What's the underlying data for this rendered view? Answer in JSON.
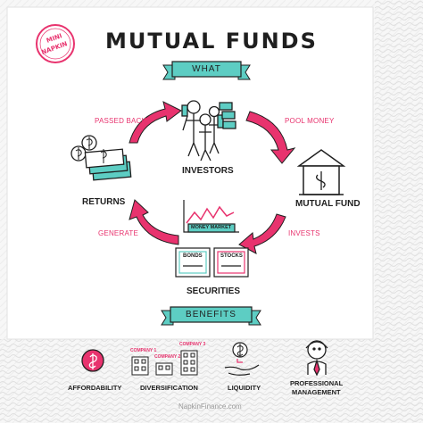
{
  "badge": {
    "line1": "MINI",
    "line2": "NAPKIN"
  },
  "title": "MUTUAL FUNDS",
  "what_banner": "WHAT",
  "cycle": {
    "investors": "INVESTORS",
    "mutual_fund": "MUTUAL FUND",
    "securities": "SECURITIES",
    "returns": "RETURNS",
    "pool_money": "POOL MONEY",
    "invests": "INVESTS",
    "generate": "GENERATE",
    "passed_back": "PASSED BACK"
  },
  "securities_detail": {
    "money_market": "MONEY MARKET",
    "bonds": "BONDS",
    "stocks": "STOCKS"
  },
  "benefits_banner": "BENEFITS",
  "benefits": {
    "affordability": "AFFORDABILITY",
    "diversification": "DIVERSIFICATION",
    "liquidity": "LIQUIDITY",
    "professional_line1": "PROFESSIONAL",
    "professional_line2": "MANAGEMENT",
    "company1": "COMPANY 1",
    "company2": "COMPANY 2",
    "company3": "COMPANY 3"
  },
  "footer": "NapkinFinance.com",
  "colors": {
    "accent_pink": "#e8336e",
    "banner_teal": "#5dcdc3",
    "ink": "#1f1f1f"
  }
}
